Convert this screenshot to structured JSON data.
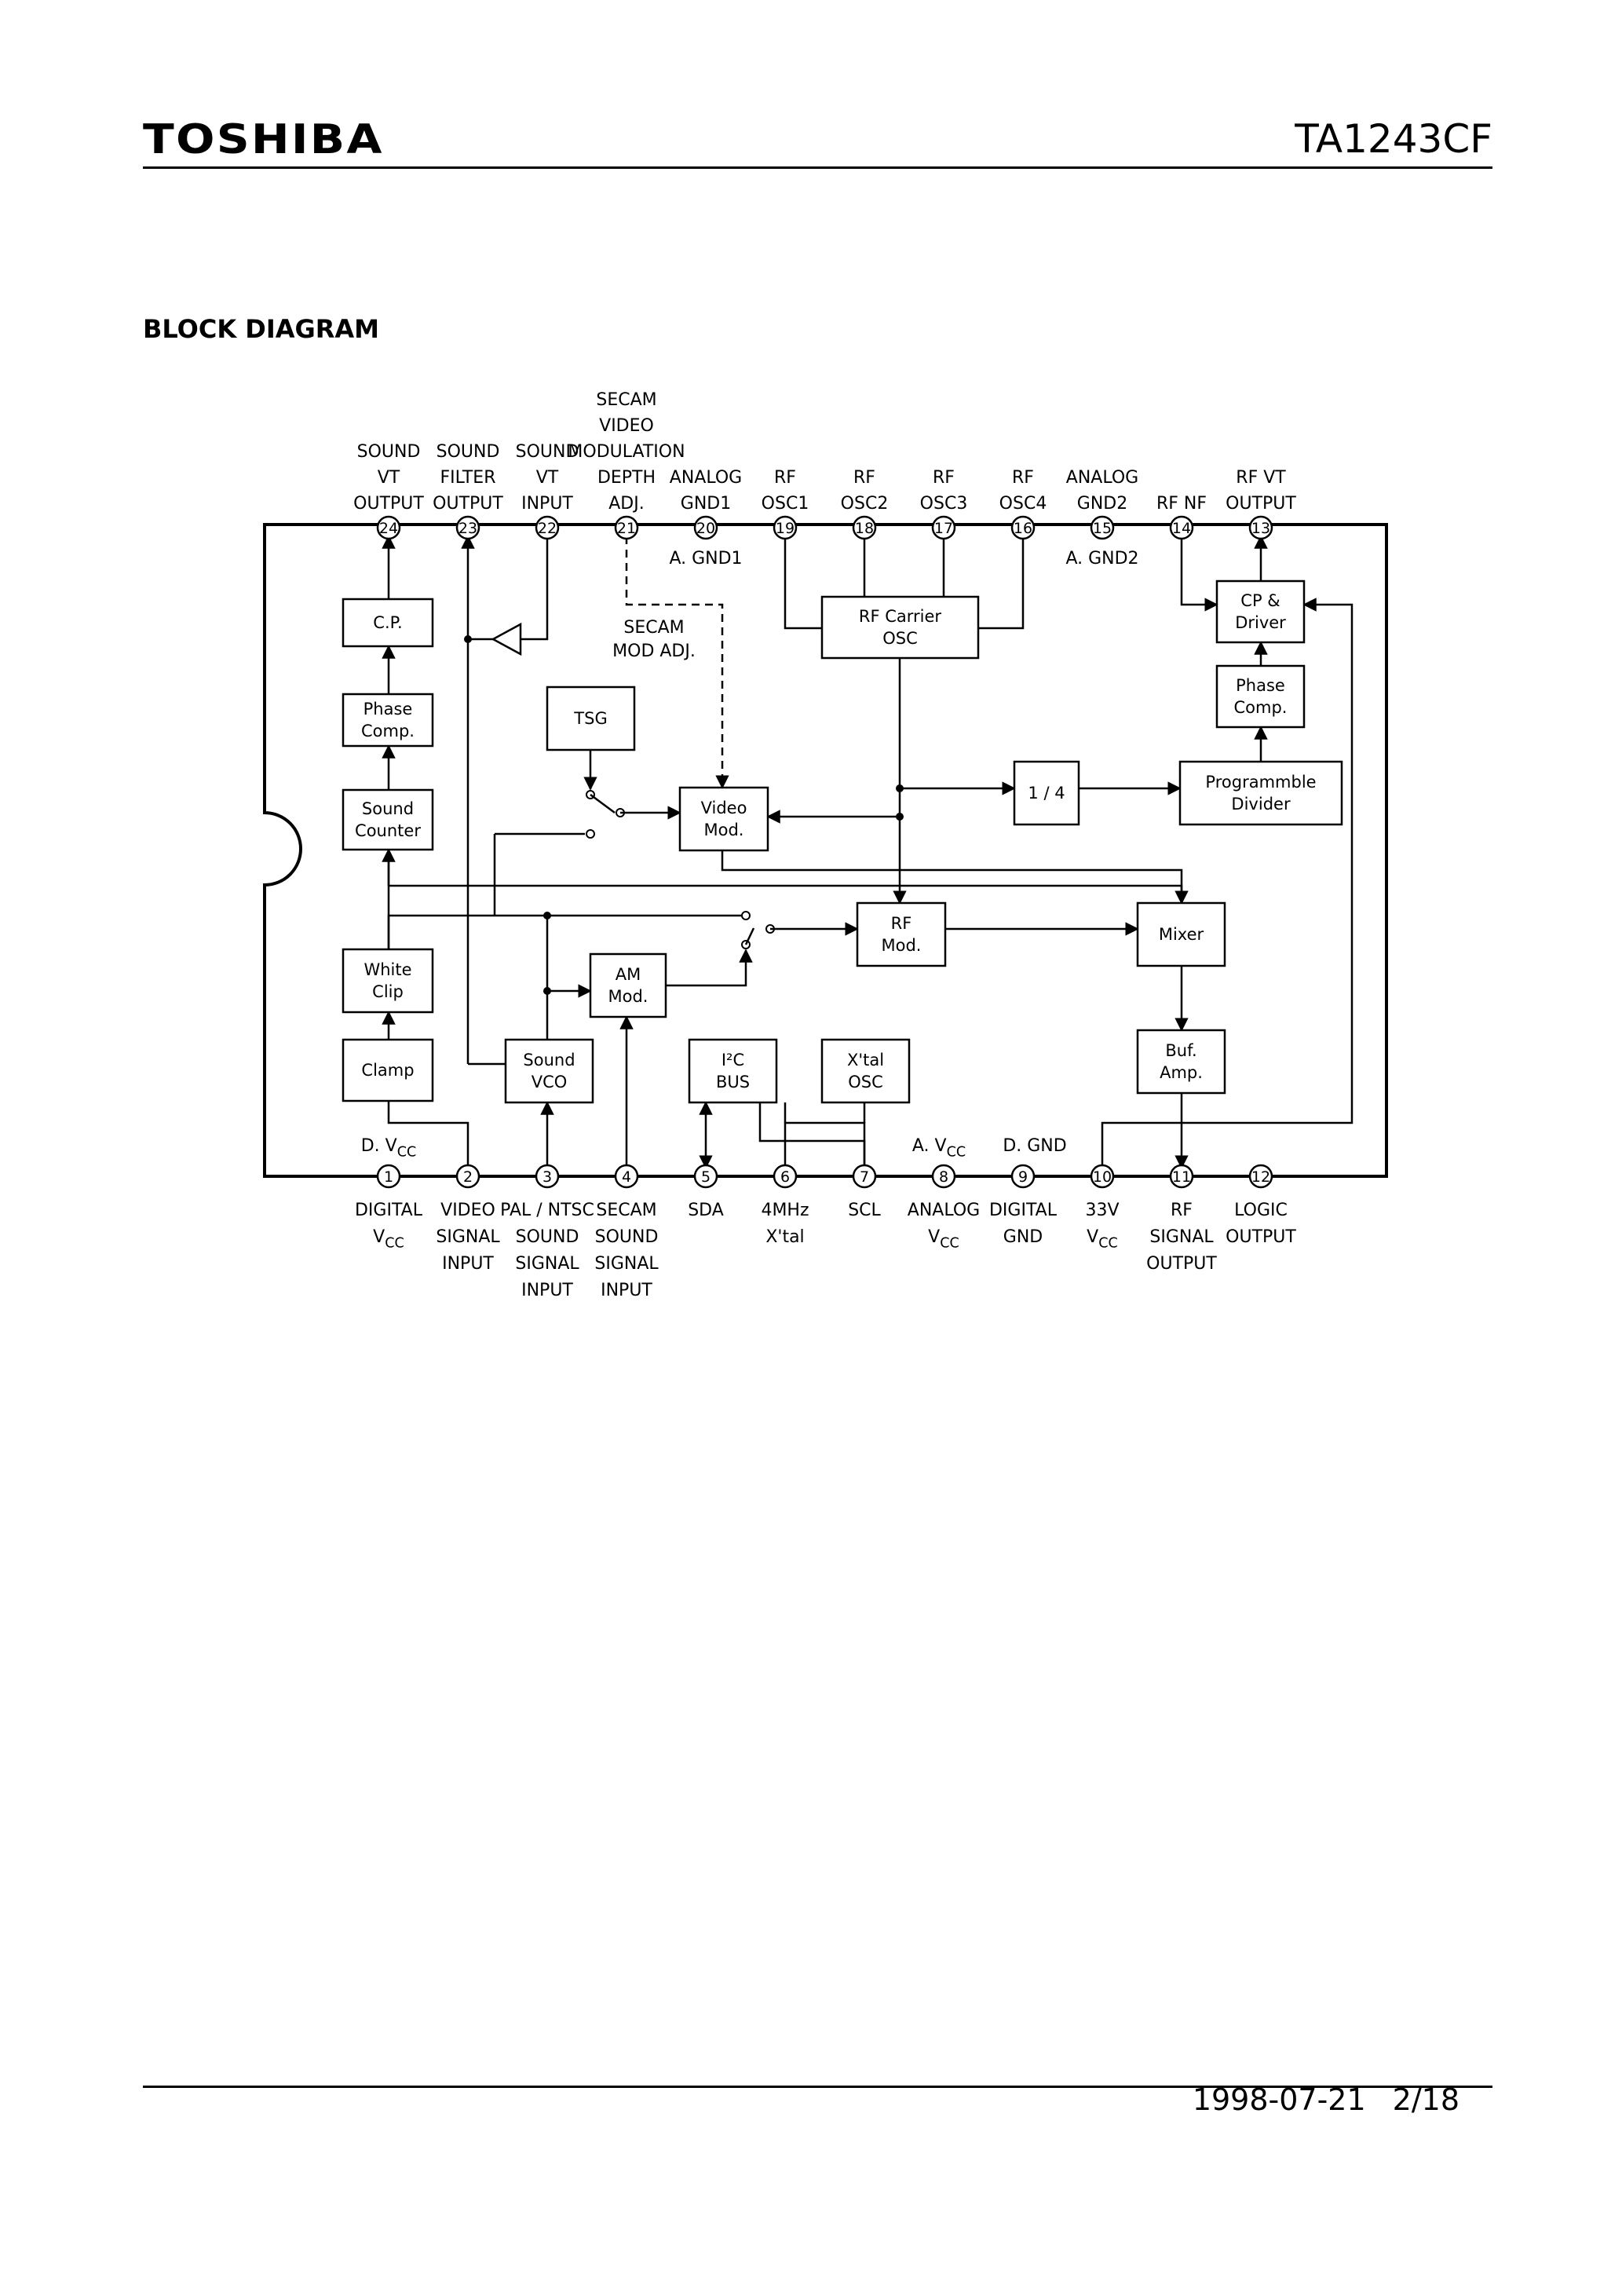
{
  "header": {
    "brand": "TOSHIBA",
    "part_number": "TA1243CF"
  },
  "section_title": "BLOCK DIAGRAM",
  "footer": {
    "date": "1998-07-21",
    "page": "2/18"
  },
  "top_pins": [
    {
      "num": "24",
      "label": [
        "SOUND",
        "VT",
        "OUTPUT"
      ]
    },
    {
      "num": "23",
      "label": [
        "SOUND",
        "FILTER",
        "OUTPUT"
      ]
    },
    {
      "num": "22",
      "label": [
        "SOUND",
        "VT",
        "INPUT"
      ]
    },
    {
      "num": "21",
      "label": [
        "SECAM",
        "VIDEO",
        "MODULATION",
        "DEPTH",
        "ADJ."
      ]
    },
    {
      "num": "20",
      "label": [
        "ANALOG",
        "GND1"
      ]
    },
    {
      "num": "19",
      "label": [
        "RF",
        "OSC1"
      ]
    },
    {
      "num": "18",
      "label": [
        "RF",
        "OSC2"
      ]
    },
    {
      "num": "17",
      "label": [
        "RF",
        "OSC3"
      ]
    },
    {
      "num": "16",
      "label": [
        "RF",
        "OSC4"
      ]
    },
    {
      "num": "15",
      "label": [
        "ANALOG",
        "GND2"
      ]
    },
    {
      "num": "14",
      "label": [
        "RF NF"
      ]
    },
    {
      "num": "13",
      "label": [
        "RF VT",
        "OUTPUT"
      ]
    }
  ],
  "bottom_pins": [
    {
      "num": "1",
      "label": [
        "DIGITAL",
        "VCC"
      ]
    },
    {
      "num": "2",
      "label": [
        "VIDEO",
        "SIGNAL",
        "INPUT"
      ]
    },
    {
      "num": "3",
      "label": [
        "PAL / NTSC",
        "SOUND",
        "SIGNAL",
        "INPUT"
      ]
    },
    {
      "num": "4",
      "label": [
        "SECAM",
        "SOUND",
        "SIGNAL",
        "INPUT"
      ]
    },
    {
      "num": "5",
      "label": [
        "SDA"
      ]
    },
    {
      "num": "6",
      "label": [
        "4MHz",
        "X'tal"
      ]
    },
    {
      "num": "7",
      "label": [
        "SCL"
      ]
    },
    {
      "num": "8",
      "label": [
        "ANALOG",
        "VCC"
      ]
    },
    {
      "num": "9",
      "label": [
        "DIGITAL",
        "GND"
      ]
    },
    {
      "num": "10",
      "label": [
        "33V",
        "VCC"
      ]
    },
    {
      "num": "11",
      "label": [
        "RF",
        "SIGNAL",
        "OUTPUT"
      ]
    },
    {
      "num": "12",
      "label": [
        "LOGIC",
        "OUTPUT"
      ]
    }
  ],
  "blocks": [
    {
      "id": "cp",
      "lines": [
        "C.P."
      ]
    },
    {
      "id": "phase-comp-left",
      "lines": [
        "Phase",
        "Comp."
      ]
    },
    {
      "id": "sound-counter",
      "lines": [
        "Sound",
        "Counter"
      ]
    },
    {
      "id": "white-clip",
      "lines": [
        "White",
        "Clip"
      ]
    },
    {
      "id": "clamp",
      "lines": [
        "Clamp"
      ]
    },
    {
      "id": "sound-vco",
      "lines": [
        "Sound",
        "VCO"
      ]
    },
    {
      "id": "am-mod",
      "lines": [
        "AM",
        "Mod."
      ]
    },
    {
      "id": "tsg",
      "lines": [
        "TSG"
      ]
    },
    {
      "id": "video-mod",
      "lines": [
        "Video",
        "Mod."
      ]
    },
    {
      "id": "rf-carrier-osc",
      "lines": [
        "RF Carrier",
        "OSC"
      ]
    },
    {
      "id": "rf-mod",
      "lines": [
        "RF",
        "Mod."
      ]
    },
    {
      "id": "i2c-bus",
      "lines": [
        "I²C",
        "BUS"
      ]
    },
    {
      "id": "xtal-osc",
      "lines": [
        "X'tal",
        "OSC"
      ]
    },
    {
      "id": "divide-by-4",
      "lines": [
        "1 / 4"
      ]
    },
    {
      "id": "programmble-divider",
      "lines": [
        "Programmble",
        "Divider"
      ]
    },
    {
      "id": "mixer",
      "lines": [
        "Mixer"
      ]
    },
    {
      "id": "buf-amp",
      "lines": [
        "Buf.",
        "Amp."
      ]
    },
    {
      "id": "cp-driver",
      "lines": [
        "CP &",
        "Driver"
      ]
    },
    {
      "id": "phase-comp-right",
      "lines": [
        "Phase",
        "Comp."
      ]
    }
  ],
  "annotations": {
    "a_gnd1": "A. GND1",
    "a_gnd2": "A. GND2",
    "secam_mod_adj": [
      "SECAM",
      "MOD ADJ."
    ],
    "d_vcc": "D. VCC",
    "a_vcc": "A. VCC",
    "d_gnd": "D. GND"
  }
}
